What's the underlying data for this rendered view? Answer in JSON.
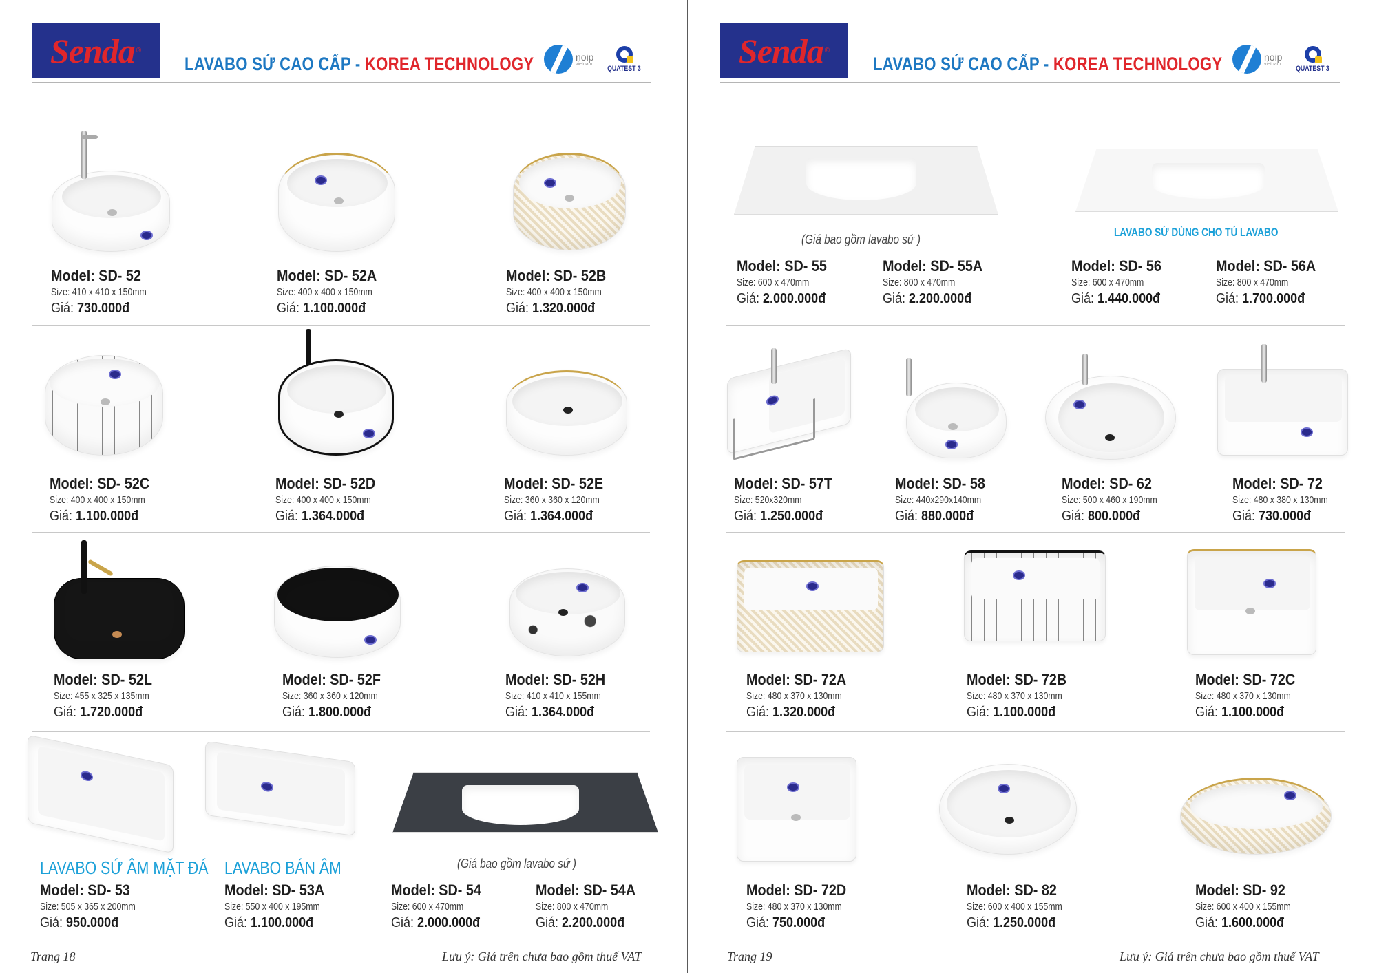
{
  "brand": {
    "logo_text": "Senda",
    "logo_mark": "®",
    "logo_bg": "#24318c",
    "logo_fg": "#e0262b"
  },
  "header": {
    "title_part1": "LAVABO SỨ CAO CẤP - ",
    "title_part2": "KOREA TECHNOLOGY",
    "title_color1": "#1e78c2",
    "title_color2": "#e0262b",
    "certs": {
      "noip_label": "noip",
      "noip_sub": "vietnam",
      "quatest_label": "QUATEST 3"
    }
  },
  "left_page": {
    "footer_page": "Trang 18",
    "footer_note": "Lưu ý: Giá trên chưa bao gồm thuế VAT",
    "captions": {
      "undermount_stone": "LAVABO SỨ ÂM MẶT ĐÁ",
      "semi_recessed": "LAVABO BÁN ÂM",
      "price_includes": "(Giá bao gồm lavabo sứ )"
    },
    "products": [
      {
        "model": "Model: SD- 52",
        "size": "Size: 410 x 410 x 150mm",
        "price_label": "Giá: ",
        "price": "730.000đ"
      },
      {
        "model": "Model: SD- 52A",
        "size": "Size: 400 x 400 x 150mm",
        "price_label": "Giá: ",
        "price": "1.100.000đ"
      },
      {
        "model": "Model: SD- 52B",
        "size": "Size: 400 x 400 x 150mm",
        "price_label": "Giá: ",
        "price": "1.320.000đ"
      },
      {
        "model": "Model: SD- 52C",
        "size": "Size: 400 x 400 x 150mm",
        "price_label": "Giá: ",
        "price": "1.100.000đ"
      },
      {
        "model": "Model: SD- 52D",
        "size": "Size: 400 x 400 x 150mm",
        "price_label": "Giá: ",
        "price": "1.364.000đ"
      },
      {
        "model": "Model: SD- 52E",
        "size": "Size: 360 x 360 x 120mm",
        "price_label": "Giá: ",
        "price": "1.364.000đ"
      },
      {
        "model": "Model: SD- 52L",
        "size": "Size: 455 x 325 x 135mm",
        "price_label": "Giá: ",
        "price": "1.720.000đ"
      },
      {
        "model": "Model: SD- 52F",
        "size": "Size: 360 x 360 x 120mm",
        "price_label": "Giá: ",
        "price": "1.800.000đ"
      },
      {
        "model": "Model: SD- 52H",
        "size": "Size: 410 x 410 x 155mm",
        "price_label": "Giá: ",
        "price": "1.364.000đ"
      },
      {
        "model": "Model: SD- 53",
        "size": "Size: 505 x 365 x 200mm",
        "price_label": "Giá: ",
        "price": "950.000đ"
      },
      {
        "model": "Model: SD- 53A",
        "size": "Size: 550 x 400 x 195mm",
        "price_label": "Giá: ",
        "price": "1.100.000đ"
      },
      {
        "model": "Model: SD- 54",
        "size": "Size: 600 x 470mm",
        "price_label": "Giá: ",
        "price": "2.000.000đ"
      },
      {
        "model": "Model: SD- 54A",
        "size": "Size: 800 x 470mm",
        "price_label": "Giá: ",
        "price": "2.200.000đ"
      }
    ]
  },
  "right_page": {
    "footer_page": "Trang 19",
    "footer_note": "Lưu ý: Giá trên chưa bao gồm thuế VAT",
    "captions": {
      "price_includes": "(Giá bao gồm lavabo sứ )",
      "for_cabinet": "LAVABO SỨ DÙNG CHO TỦ LAVABO"
    },
    "products": [
      {
        "model": "Model: SD- 55",
        "size": "Size: 600 x 470mm",
        "price_label": "Giá: ",
        "price": "2.000.000đ"
      },
      {
        "model": "Model: SD- 55A",
        "size": "Size: 800 x 470mm",
        "price_label": "Giá: ",
        "price": "2.200.000đ"
      },
      {
        "model": "Model: SD- 56",
        "size": "Size: 600 x 470mm",
        "price_label": "Giá: ",
        "price": "1.440.000đ"
      },
      {
        "model": "Model: SD- 56A",
        "size": "Size: 800 x 470mm",
        "price_label": "Giá: ",
        "price": "1.700.000đ"
      },
      {
        "model": "Model: SD- 57T",
        "size": "Size: 520x320mm",
        "price_label": "Giá: ",
        "price": "1.250.000đ"
      },
      {
        "model": "Model: SD- 58",
        "size": "Size: 440x290x140mm",
        "price_label": "Giá: ",
        "price": "880.000đ"
      },
      {
        "model": "Model: SD- 62",
        "size": "Size: 500 x 460 x 190mm",
        "price_label": "Giá: ",
        "price": "800.000đ"
      },
      {
        "model": "Model: SD- 72",
        "size": "Size: 480 x 380 x 130mm",
        "price_label": "Giá: ",
        "price": "730.000đ"
      },
      {
        "model": "Model: SD- 72A",
        "size": "Size: 480 x 370 x 130mm",
        "price_label": "Giá: ",
        "price": "1.320.000đ"
      },
      {
        "model": "Model: SD- 72B",
        "size": "Size: 480 x 370 x 130mm",
        "price_label": "Giá: ",
        "price": "1.100.000đ"
      },
      {
        "model": "Model: SD- 72C",
        "size": "Size: 480 x 370 x 130mm",
        "price_label": "Giá: ",
        "price": "1.100.000đ"
      },
      {
        "model": "Model: SD- 72D",
        "size": "Size: 480 x 370 x 130mm",
        "price_label": "Giá: ",
        "price": "750.000đ"
      },
      {
        "model": "Model: SD- 82",
        "size": "Size: 600 x 400 x 155mm",
        "price_label": "Giá: ",
        "price": "1.250.000đ"
      },
      {
        "model": "Model: SD- 92",
        "size": "Size: 600 x 400 x 155mm",
        "price_label": "Giá: ",
        "price": "1.600.000đ"
      }
    ]
  }
}
